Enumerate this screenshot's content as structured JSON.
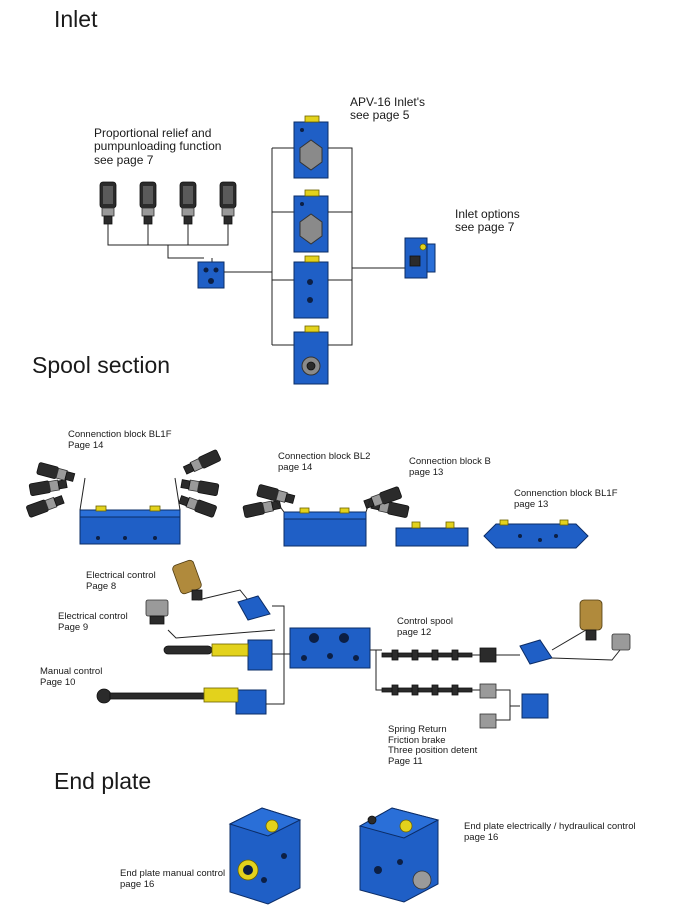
{
  "sections": {
    "inlet": "Inlet",
    "spool": "Spool section",
    "endplate": "End plate"
  },
  "labels": {
    "apv_inlet": [
      "APV-16 Inlet's",
      "see page 5"
    ],
    "prop_relief": [
      "Proportional relief and",
      "pumpunloading function",
      "see page 7"
    ],
    "inlet_options": [
      "Inlet options",
      "see page 7"
    ],
    "conn_bl1f_left": [
      "Connenction block BL1F",
      "Page 14"
    ],
    "conn_bl2": [
      "Connection block BL2",
      "page 14"
    ],
    "conn_b": [
      "Connection block B",
      "page 13"
    ],
    "conn_bl1f_right": [
      "Connenction block BL1F",
      "page 13"
    ],
    "elec_control_8": [
      "Electrical control",
      "Page 8"
    ],
    "elec_control_9": [
      "Electrical control",
      "Page 9"
    ],
    "manual_control": [
      "Manual control",
      "Page 10"
    ],
    "control_spool": [
      "Control spool",
      "page 12"
    ],
    "spring_return": [
      "Spring Return",
      "Friction brake",
      "Three position detent",
      "Page 11"
    ],
    "endplate_manual": [
      "End plate manual control",
      "page 16"
    ],
    "endplate_elec": [
      "End plate electrically / hydraulical control",
      "page 16"
    ]
  },
  "icons": {
    "valve": "hydraulic-valve-block-icon",
    "solenoid": "solenoid-cartridge-icon",
    "lever": "manual-lever-icon"
  }
}
